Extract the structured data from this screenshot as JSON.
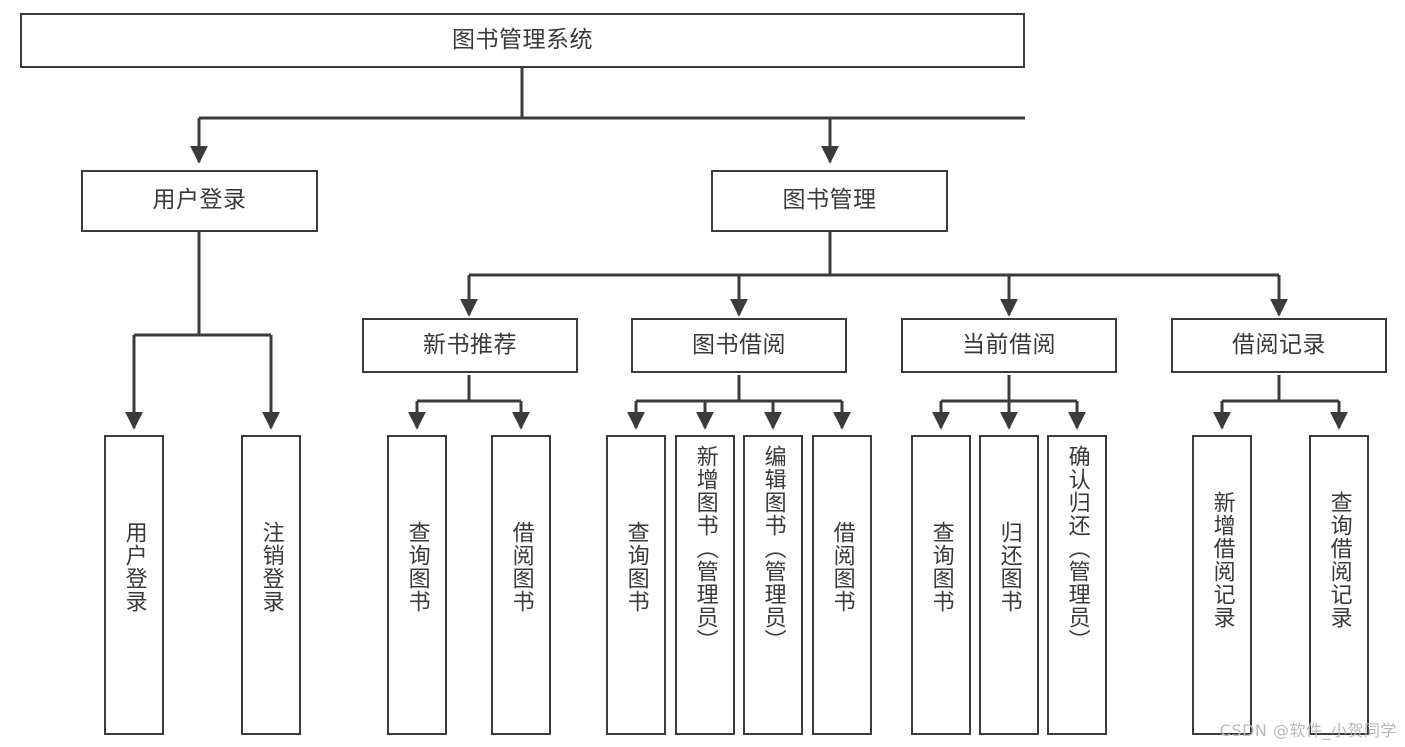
{
  "diagram": {
    "type": "tree",
    "title": "图书管理系统",
    "colors": {
      "box_border": "#3b3b3b",
      "box_fill": "#ffffff",
      "connector": "#3b3b3b",
      "text": "#3a3a3a",
      "background": "#ffffff",
      "watermark": "#b9b9b9"
    }
  },
  "watermark": {
    "text": "CSDN @软件_小贺同学"
  },
  "nodes": {
    "root": {
      "label": "图书管理系统"
    },
    "level2": [
      {
        "id": "user-login",
        "label": "用户登录"
      },
      {
        "id": "book-manage",
        "label": "图书管理"
      }
    ],
    "level3": [
      {
        "id": "new-book-recommend",
        "label": "新书推荐"
      },
      {
        "id": "book-borrow",
        "label": "图书借阅"
      },
      {
        "id": "current-borrow",
        "label": "当前借阅"
      },
      {
        "id": "borrow-record",
        "label": "借阅记录"
      }
    ],
    "leaves": [
      {
        "id": "leaf-user-login",
        "label": "用户登录"
      },
      {
        "id": "leaf-user-logout",
        "label": "注销登录"
      },
      {
        "id": "leaf-query-book-1",
        "label": "查询图书"
      },
      {
        "id": "leaf-borrow-book-1",
        "label": "借阅图书"
      },
      {
        "id": "leaf-query-book-2",
        "label": "查询图书"
      },
      {
        "id": "leaf-add-book",
        "label": "新增图书（管理员）"
      },
      {
        "id": "leaf-edit-book",
        "label": "编辑图书（管理员）"
      },
      {
        "id": "leaf-borrow-book-2",
        "label": "借阅图书"
      },
      {
        "id": "leaf-query-book-3",
        "label": "查询图书"
      },
      {
        "id": "leaf-return-book",
        "label": "归还图书"
      },
      {
        "id": "leaf-confirm-return",
        "label": "确认归还（管理员）"
      },
      {
        "id": "leaf-add-record",
        "label": "新增借阅记录"
      },
      {
        "id": "leaf-query-record",
        "label": "查询借阅记录"
      }
    ]
  }
}
